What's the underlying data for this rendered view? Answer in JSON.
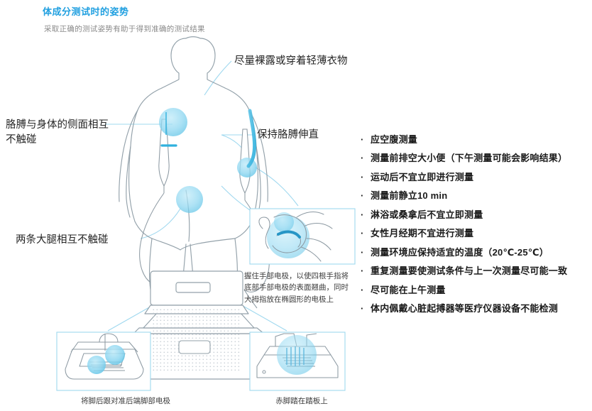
{
  "header": {
    "title": "体成分测试时的姿势",
    "subtitle": "采取正确的测试姿势有助于得到准确的测试结果",
    "title_color": "#21a0e0"
  },
  "callouts": {
    "arms_not_touching": "胳膊与身体的侧面相互\n不触碰",
    "thighs_not_touching": "两条大腿相互不触碰",
    "light_clothing": "尽量裸露或穿着轻薄衣物",
    "keep_arms_straight": "保持胳膊伸直"
  },
  "insets": {
    "hand_electrode_caption": "握住手部电极，以使四根手指将底部手部电极的表面翘曲，同时大拇指放在椭圆形的电极上",
    "heel_caption": "将脚后跟对准后端脚部电极",
    "barefoot_caption": "赤脚踏在踏板上"
  },
  "tips": {
    "bullet": "·",
    "items": [
      "应空腹测量",
      "测量前排空大小便（下午测量可能会影响结果）",
      "运动后不宜立即进行测量",
      "测量前静立10 min",
      "淋浴或桑拿后不宜立即测量",
      "女性月经期不宜进行测量",
      "测量环境应保持适宜的温度（20℃-25℃）",
      "重复测量要使测试条件与上一次测量尽可能一致",
      "尽可能在上午测量",
      "体内佩戴心脏起搏器等医疗仪器设备不能检测"
    ]
  },
  "colors": {
    "accent": "#21a0e0",
    "highlight_fill": "#7fd3ef",
    "outline": "#8d9aa3",
    "leader_line": "#9fd8ef"
  }
}
